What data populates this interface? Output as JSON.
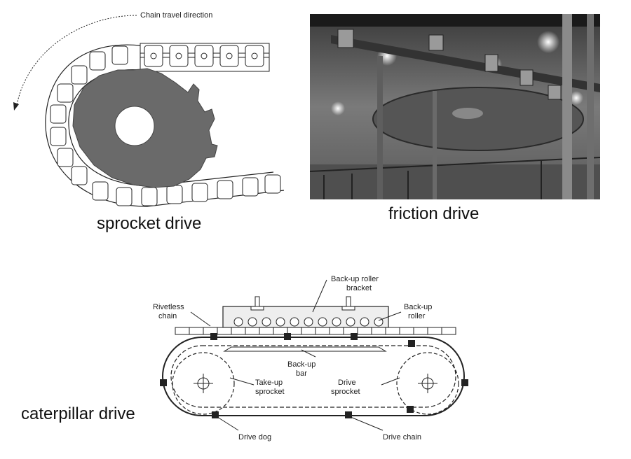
{
  "sprocket": {
    "caption": "sprocket drive",
    "direction_label": "Chain travel direction"
  },
  "friction": {
    "caption": "friction drive"
  },
  "caterpillar": {
    "caption": "caterpillar drive",
    "labels": {
      "backup_roller_bracket_1": "Back-up roller",
      "backup_roller_bracket_2": "bracket",
      "rivetless_chain_1": "Rivetless",
      "rivetless_chain_2": "chain",
      "backup_roller_1": "Back-up",
      "backup_roller_2": "roller",
      "backup_bar_1": "Back-up",
      "backup_bar_2": "bar",
      "takeup_sprocket_1": "Take-up",
      "takeup_sprocket_2": "sprocket",
      "drive_sprocket_1": "Drive",
      "drive_sprocket_2": "sprocket",
      "drive_dog": "Drive dog",
      "drive_chain": "Drive chain"
    }
  }
}
